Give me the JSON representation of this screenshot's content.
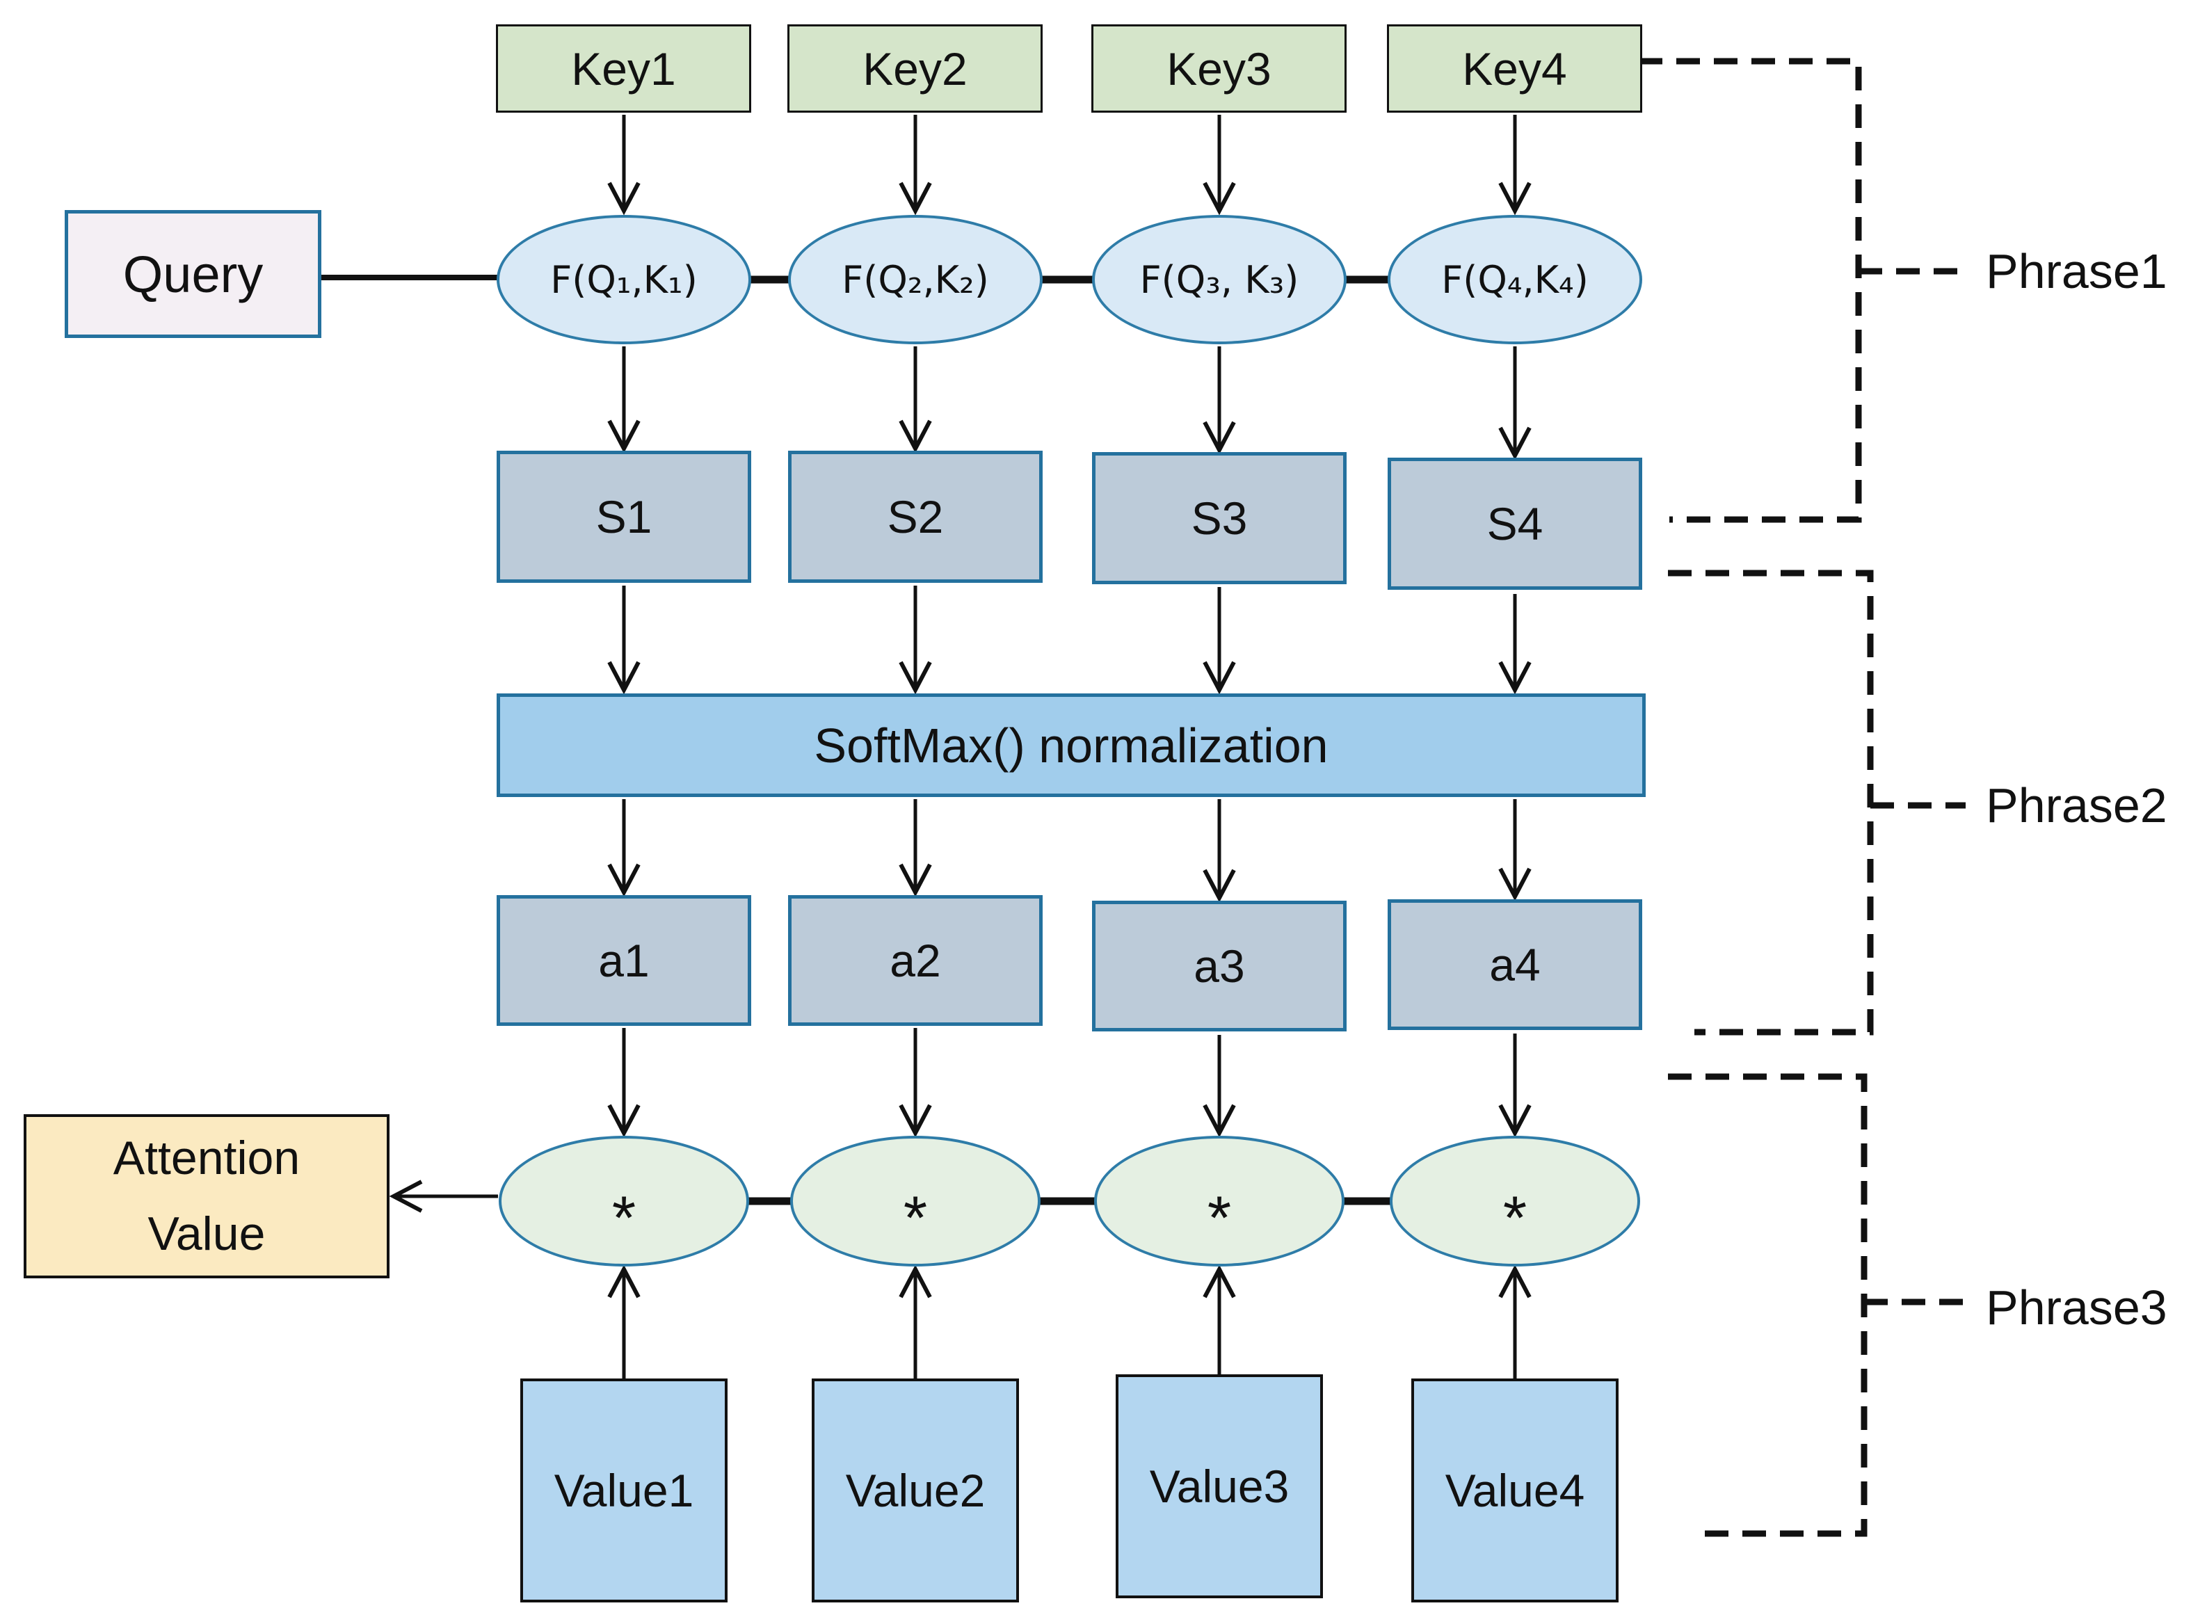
{
  "diagram": {
    "keys": [
      "Key1",
      "Key2",
      "Key3",
      "Key4"
    ],
    "query_label": "Query",
    "score_functions": [
      "F(Q₁,K₁)",
      "F(Q₂,K₂)",
      "F(Q₃, K₃)",
      "F(Q₄,K₄)"
    ],
    "scores": [
      "S1",
      "S2",
      "S3",
      "S4"
    ],
    "softmax_label": "SoftMax() normalization",
    "weights": [
      "a1",
      "a2",
      "a3",
      "a4"
    ],
    "multiply_symbol": "*",
    "values": [
      "Value1",
      "Value2",
      "Value3",
      "Value4"
    ],
    "attention_label": "Attention\nValue",
    "phrases": [
      "Phrase1",
      "Phrase2",
      "Phrase3"
    ],
    "colors": {
      "key_fill": "#d5e5ca",
      "query_fill": "#f4eff4",
      "score_ellipse_fill": "#d9e9f6",
      "score_ellipse_border": "#2e7ca8",
      "s_a_box_fill": "#bccbd9",
      "softmax_fill": "#a1cdec",
      "teal_border": "#24719e",
      "multiply_ellipse_fill": "#e5f0e3",
      "value_fill": "#b3d6f0",
      "attention_fill": "#fbeac1",
      "line_color": "#111111",
      "background": "#ffffff"
    }
  }
}
